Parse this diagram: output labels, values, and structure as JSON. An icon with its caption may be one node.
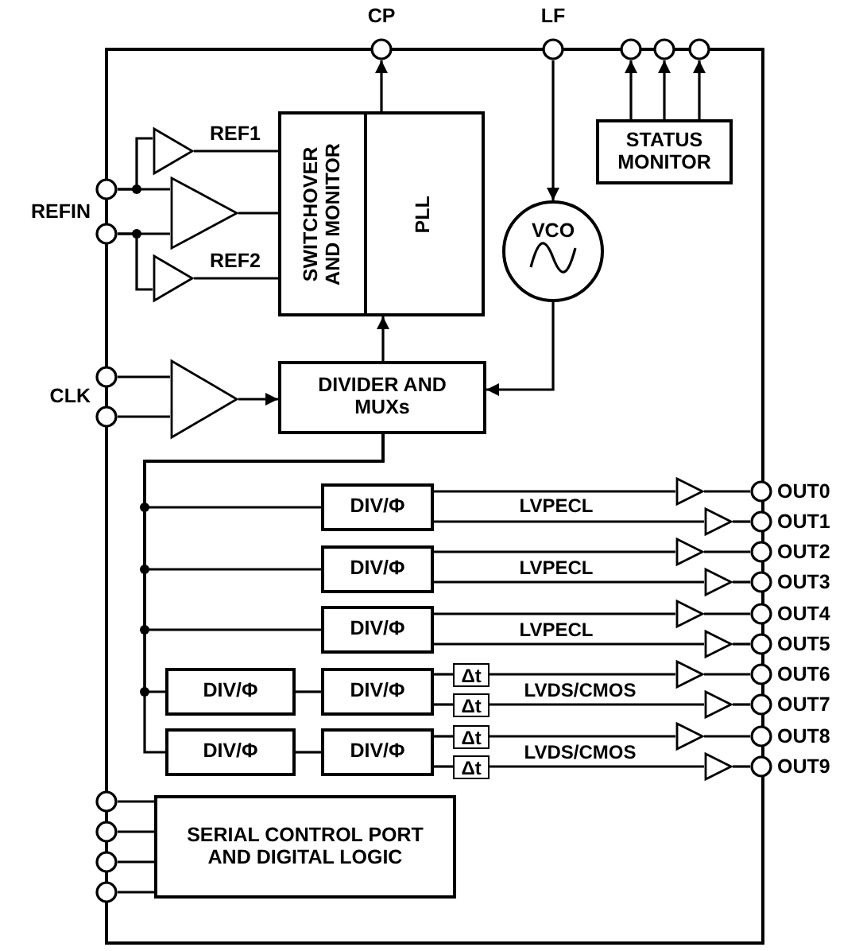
{
  "diagram": {
    "nodes": [
      {
        "text": [],
        "shape": "circle",
        "beside": [
          "CP"
        ]
      },
      {
        "text": [],
        "shape": "circle",
        "beside": [
          "LF"
        ]
      },
      {
        "text": [],
        "shape": "circle"
      },
      {
        "text": [],
        "shape": "circle"
      },
      {
        "text": [],
        "shape": "circle"
      },
      {
        "text": [],
        "shape": "circle",
        "beside": [
          "REFIN"
        ]
      },
      {
        "text": [],
        "shape": "circle"
      },
      {
        "text": [],
        "shape": "circle",
        "beside": [
          "CLK"
        ]
      },
      {
        "text": [],
        "shape": "circle"
      },
      {
        "text": [],
        "shape": "triangle"
      },
      {
        "text": [],
        "shape": "triangle"
      },
      {
        "text": [],
        "shape": "triangle"
      },
      {
        "text": [],
        "shape": "triangle"
      },
      {
        "text": [
          "SWITCHOVER AND MONITOR"
        ]
      },
      {
        "text": [
          "PLL"
        ]
      },
      {
        "text": [
          "VCO"
        ]
      },
      {
        "text": [
          "STATUS MONITOR"
        ]
      },
      {
        "text": [
          "DIVIDER AND MUXs"
        ]
      },
      {
        "text": [
          "DIV/Φ"
        ]
      },
      {
        "text": [
          "DIV/Φ"
        ]
      },
      {
        "text": [
          "DIV/Φ"
        ]
      },
      {
        "text": [
          "DIV/Φ"
        ]
      },
      {
        "text": [
          "DIV/Φ"
        ]
      },
      {
        "text": [
          "DIV/Φ"
        ]
      },
      {
        "text": [
          "DIV/Φ"
        ]
      },
      {
        "text": [
          "Δt"
        ]
      },
      {
        "text": [
          "Δt"
        ]
      },
      {
        "text": [
          "Δt"
        ]
      },
      {
        "text": [
          "Δt"
        ]
      },
      {
        "text": [],
        "shape": "triangle"
      },
      {
        "text": [],
        "shape": "triangle"
      },
      {
        "text": [],
        "shape": "triangle"
      },
      {
        "text": [],
        "shape": "triangle"
      },
      {
        "text": [],
        "shape": "triangle"
      },
      {
        "text": [],
        "shape": "triangle"
      },
      {
        "text": [],
        "shape": "triangle"
      },
      {
        "text": [],
        "shape": "triangle"
      },
      {
        "text": [],
        "shape": "triangle"
      },
      {
        "text": [],
        "shape": "triangle"
      },
      {
        "text": [],
        "shape": "circle",
        "beside": [
          "OUT0"
        ]
      },
      {
        "text": [],
        "shape": "circle",
        "beside": [
          "OUT1"
        ]
      },
      {
        "text": [],
        "shape": "circle",
        "beside": [
          "OUT2"
        ]
      },
      {
        "text": [],
        "shape": "circle",
        "beside": [
          "OUT3"
        ]
      },
      {
        "text": [],
        "shape": "circle",
        "beside": [
          "OUT4"
        ]
      },
      {
        "text": [],
        "shape": "circle",
        "beside": [
          "OUT5"
        ]
      },
      {
        "text": [],
        "shape": "circle",
        "beside": [
          "OUT6"
        ]
      },
      {
        "text": [],
        "shape": "circle",
        "beside": [
          "OUT7"
        ]
      },
      {
        "text": [],
        "shape": "circle",
        "beside": [
          "OUT8"
        ]
      },
      {
        "text": [],
        "shape": "circle",
        "beside": [
          "OUT9"
        ]
      },
      {
        "text": [
          "SERIAL CONTROL PORT AND DIGITAL LOGIC"
        ]
      },
      {
        "text": [],
        "shape": "circle"
      },
      {
        "text": [],
        "shape": "circle"
      },
      {
        "text": [],
        "shape": "circle"
      },
      {
        "text": [],
        "shape": "circle"
      }
    ],
    "edges": [
      {
        "from": 14,
        "to": 0,
        "arrow": "to"
      },
      {
        "from": 1,
        "to": 15,
        "arrow": "to"
      },
      {
        "from": 16,
        "to": 2,
        "arrow": "to"
      },
      {
        "from": 16,
        "to": 3,
        "arrow": "to"
      },
      {
        "from": 16,
        "to": 4,
        "arrow": "to"
      },
      {
        "from": 5,
        "to": 9,
        "arrow": "none"
      },
      {
        "from": 5,
        "to": 10,
        "arrow": "none"
      },
      {
        "from": 6,
        "to": 10,
        "arrow": "none"
      },
      {
        "from": 6,
        "to": 11,
        "arrow": "none"
      },
      {
        "from": 9,
        "to": 13,
        "arrow": "none",
        "label": "REF1"
      },
      {
        "from": 10,
        "to": 13,
        "arrow": "none"
      },
      {
        "from": 11,
        "to": 13,
        "arrow": "none",
        "label": "REF2"
      },
      {
        "from": 7,
        "to": 12,
        "arrow": "none"
      },
      {
        "from": 8,
        "to": 12,
        "arrow": "none"
      },
      {
        "from": 12,
        "to": 17,
        "arrow": "to"
      },
      {
        "from": 15,
        "to": 17,
        "arrow": "to"
      },
      {
        "from": 17,
        "to": 14,
        "arrow": "to"
      },
      {
        "from": 17,
        "to": 18,
        "arrow": "none"
      },
      {
        "from": 17,
        "to": 19,
        "arrow": "none"
      },
      {
        "from": 17,
        "to": 20,
        "arrow": "none"
      },
      {
        "from": 17,
        "to": 21,
        "arrow": "none"
      },
      {
        "from": 17,
        "to": 23,
        "arrow": "none"
      },
      {
        "from": 18,
        "to": 29,
        "arrow": "none"
      },
      {
        "from": 18,
        "to": 30,
        "arrow": "none"
      },
      {
        "from": 19,
        "to": 31,
        "arrow": "none"
      },
      {
        "from": 19,
        "to": 32,
        "arrow": "none"
      },
      {
        "from": 20,
        "to": 33,
        "arrow": "none"
      },
      {
        "from": 20,
        "to": 34,
        "arrow": "none"
      },
      {
        "from": 21,
        "to": 22,
        "arrow": "none"
      },
      {
        "from": 22,
        "to": 25,
        "arrow": "none"
      },
      {
        "from": 22,
        "to": 26,
        "arrow": "none"
      },
      {
        "from": 25,
        "to": 35,
        "arrow": "none"
      },
      {
        "from": 26,
        "to": 36,
        "arrow": "none"
      },
      {
        "from": 23,
        "to": 24,
        "arrow": "none"
      },
      {
        "from": 24,
        "to": 27,
        "arrow": "none"
      },
      {
        "from": 24,
        "to": 28,
        "arrow": "none"
      },
      {
        "from": 27,
        "to": 37,
        "arrow": "none"
      },
      {
        "from": 28,
        "to": 38,
        "arrow": "none"
      },
      {
        "from": 29,
        "to": 39,
        "arrow": "none"
      },
      {
        "from": 30,
        "to": 40,
        "arrow": "none"
      },
      {
        "from": 31,
        "to": 41,
        "arrow": "none"
      },
      {
        "from": 32,
        "to": 42,
        "arrow": "none"
      },
      {
        "from": 33,
        "to": 43,
        "arrow": "none"
      },
      {
        "from": 34,
        "to": 44,
        "arrow": "none"
      },
      {
        "from": 35,
        "to": 45,
        "arrow": "none"
      },
      {
        "from": 36,
        "to": 46,
        "arrow": "none"
      },
      {
        "from": 37,
        "to": 47,
        "arrow": "none"
      },
      {
        "from": 38,
        "to": 48,
        "arrow": "none"
      },
      {
        "from": 50,
        "to": 49,
        "arrow": "none"
      },
      {
        "from": 51,
        "to": 49,
        "arrow": "none"
      },
      {
        "from": 52,
        "to": 49,
        "arrow": "none"
      },
      {
        "from": 53,
        "to": 49,
        "arrow": "none"
      }
    ],
    "labels": [
      "LVPECL",
      "LVPECL",
      "LVPECL",
      "LVDS/CMOS",
      "LVDS/CMOS"
    ]
  }
}
